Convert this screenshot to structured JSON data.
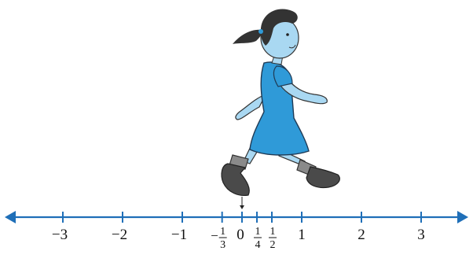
{
  "number_line": {
    "color": "#1f6fb8",
    "integer_ticks": [
      {
        "value": -3,
        "label": "−3"
      },
      {
        "value": -2,
        "label": "−2"
      },
      {
        "value": -1,
        "label": "−1"
      },
      {
        "value": 0,
        "label": "0"
      },
      {
        "value": 1,
        "label": "1"
      },
      {
        "value": 2,
        "label": "2"
      },
      {
        "value": 3,
        "label": "3"
      }
    ],
    "fraction_ticks": [
      {
        "value": -0.3333,
        "sign": "−",
        "numerator": "1",
        "denominator": "3"
      },
      {
        "value": 0.25,
        "sign": "",
        "numerator": "1",
        "denominator": "4"
      },
      {
        "value": 0.5,
        "sign": "",
        "numerator": "1",
        "denominator": "2"
      }
    ],
    "pointer_value": 0
  },
  "illustration": {
    "subject": "girl-walking",
    "colors": {
      "skin": "#a9d8f2",
      "dress": "#2f9ad8",
      "hair": "#333333",
      "sock": "#8a8a8a",
      "shoe": "#4a4a4a"
    }
  }
}
